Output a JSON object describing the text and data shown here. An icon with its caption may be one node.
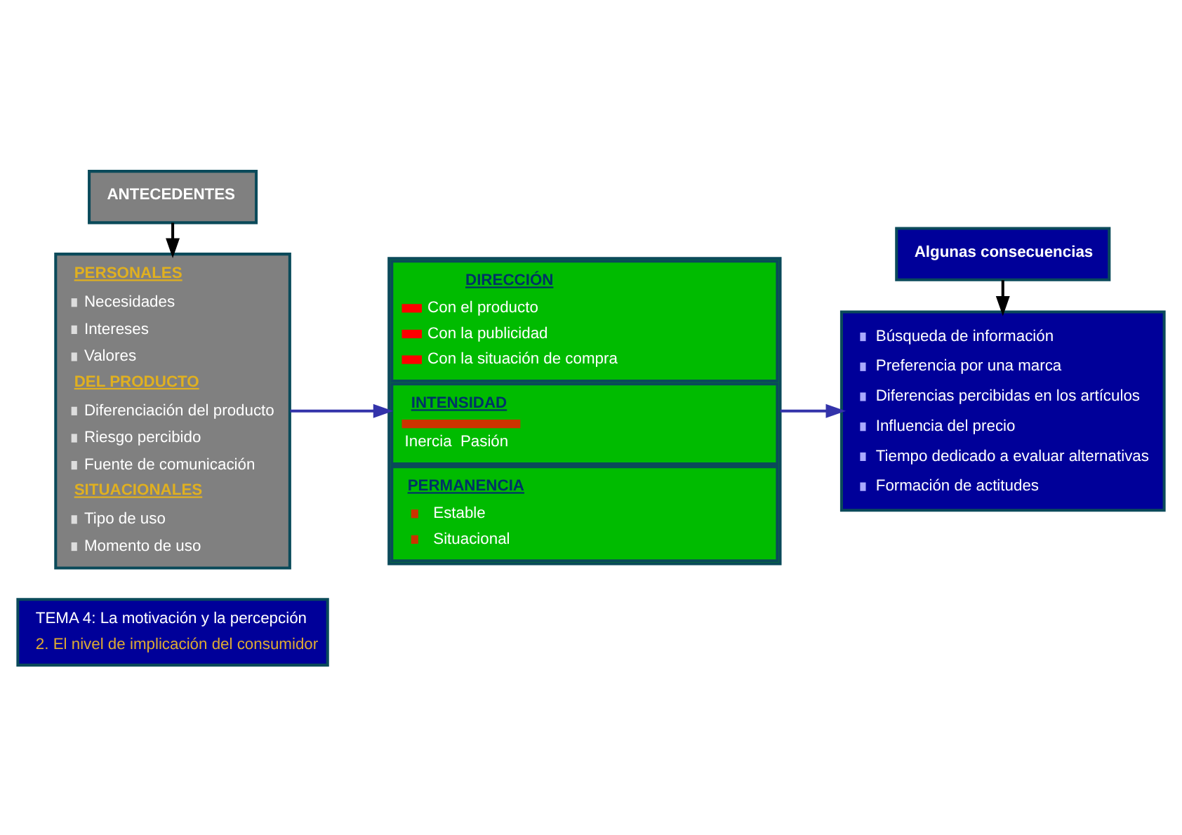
{
  "diagram": {
    "nodes": [
      {
        "text": [
          "TEMA 4: La motivación y la percepción",
          "2. El nivel de implicación del consumidor"
        ]
      },
      {
        "text": [
          "ANTECEDENTES"
        ]
      },
      {
        "text": [
          "PERSONALES",
          "Necesidades",
          "Intereses",
          "Valores",
          "DEL PRODUCTO",
          "Diferenciación del producto",
          "Riesgo percibido",
          "Fuente de comunicación",
          "SITUACIONALES",
          "Tipo de uso",
          "Momento de uso"
        ]
      },
      {
        "text": [
          "DIRECCIÓN",
          "Con el producto",
          "Con la publicidad",
          "Con la situación de compra",
          "INTENSIDAD",
          "Inercia",
          "Pasión",
          "PERMANENCIA",
          "Estable",
          "Situacional"
        ]
      },
      {
        "text": [
          "Algunas consecuencias"
        ]
      },
      {
        "text": [
          "Búsqueda de información",
          "Preferencia por una marca",
          "Diferencias percibidas en los artículos",
          "Influencia del precio",
          "Tiempo dedicado a evaluar alternativas",
          "Formación de actitudes"
        ]
      }
    ],
    "edges": [
      {
        "from": 1,
        "to": 2,
        "arrow": "to"
      },
      {
        "from": 2,
        "to": 3,
        "arrow": "to",
        "color": "#3333aa"
      },
      {
        "from": 3,
        "to": 5,
        "arrow": "to",
        "color": "#3333aa"
      },
      {
        "from": 4,
        "to": 5,
        "arrow": "to"
      }
    ]
  }
}
